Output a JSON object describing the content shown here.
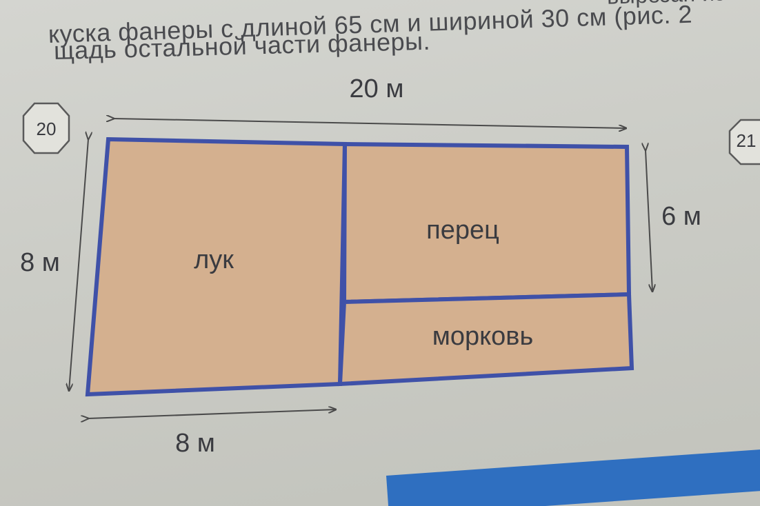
{
  "text": {
    "line1": "куска фанеры с длиной 65 см и шириной 30 см (рис. 2",
    "line1_partial": "вырезан из",
    "line2": "щадь остальной части фанеры."
  },
  "problem_badges": {
    "current": "20",
    "next": "21"
  },
  "plan": {
    "width_label": "20 м",
    "height_label": "8 м",
    "section_width_label": "8 м",
    "right_height_label": "6 м",
    "regions": {
      "left": "лук",
      "top_right": "перец",
      "bottom_right": "морковь"
    },
    "colors": {
      "fill": "#d4b08f",
      "border": "#3f51a8",
      "arrow": "#4a4a4a"
    }
  }
}
